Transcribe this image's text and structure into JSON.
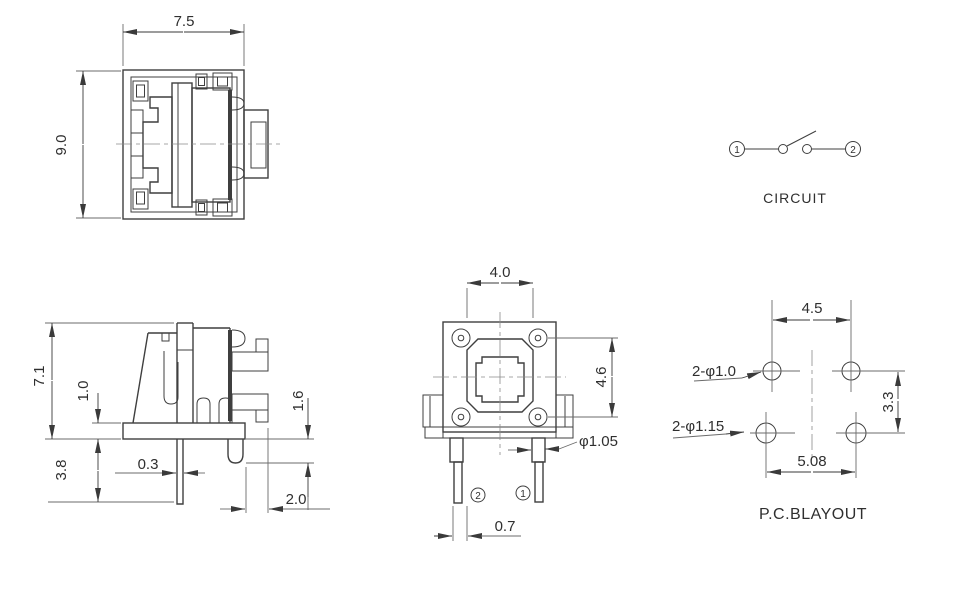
{
  "front_view": {
    "width": "7.5",
    "height": "9.0"
  },
  "side_view": {
    "total_height": "7.1",
    "base_thickness": "1.0",
    "pin_length": "3.8",
    "pin_width": "0.3",
    "bent_pin_height": "1.6",
    "terminal_offset": "2.0"
  },
  "top_view": {
    "button_width": "4.0",
    "button_height": "4.6",
    "pin_diameter": "φ1.05",
    "pin_offset": "0.7",
    "terminal_1": "1",
    "terminal_2": "2"
  },
  "circuit": {
    "terminal_1": "1",
    "terminal_2": "2",
    "caption": "CIRCUIT"
  },
  "pcb_layout": {
    "top_pitch": "4.5",
    "row_pitch": "3.3",
    "bottom_pitch": "5.08",
    "top_holes": "2-φ1.0",
    "bottom_holes": "2-φ1.15",
    "caption": "P.C.BLAYOUT"
  },
  "colors": {
    "line": "#3f3f3f",
    "dimension": "#6b6b6b",
    "text": "#2f2f2f",
    "background": "#ffffff"
  }
}
